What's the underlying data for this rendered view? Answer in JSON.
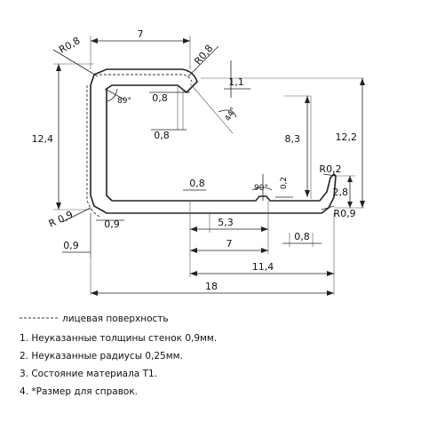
{
  "dimensions": {
    "top_width": "7",
    "radius_top_left": "R0,8",
    "radius_top_right": "R0,8",
    "angle_top_left": "89°",
    "thickness_inner_top": "0,8",
    "thickness_inner_mid": "0,8",
    "offset_top": "1,1",
    "angle_bevel": "44°",
    "height_inner": "8,3",
    "height_left": "12,4",
    "height_right": "12,2",
    "radius_right_tip": "R0,2",
    "height_right_tip": "2,8",
    "radius_right_bottom": "R0,9",
    "angle_groove": "90°",
    "groove_depth": "0,2",
    "thickness_step": "0,8",
    "radius_bottom_left": "R 0,9",
    "thickness_bottom": "0,9",
    "thickness_left": "0,9",
    "width_5_3": "5,3",
    "width_7": "7",
    "width_0_8": "0,8",
    "width_11_4": "11,4",
    "width_18": "18"
  },
  "legend": {
    "face_surface": "лицевая поверхность"
  },
  "notes": [
    "1. Неуказанные толщины стенок 0,9мм.",
    "2. Неуказанные радиусы 0,25мм.",
    "3. Состояние материала Т1.",
    "4. *Размер для справок."
  ]
}
